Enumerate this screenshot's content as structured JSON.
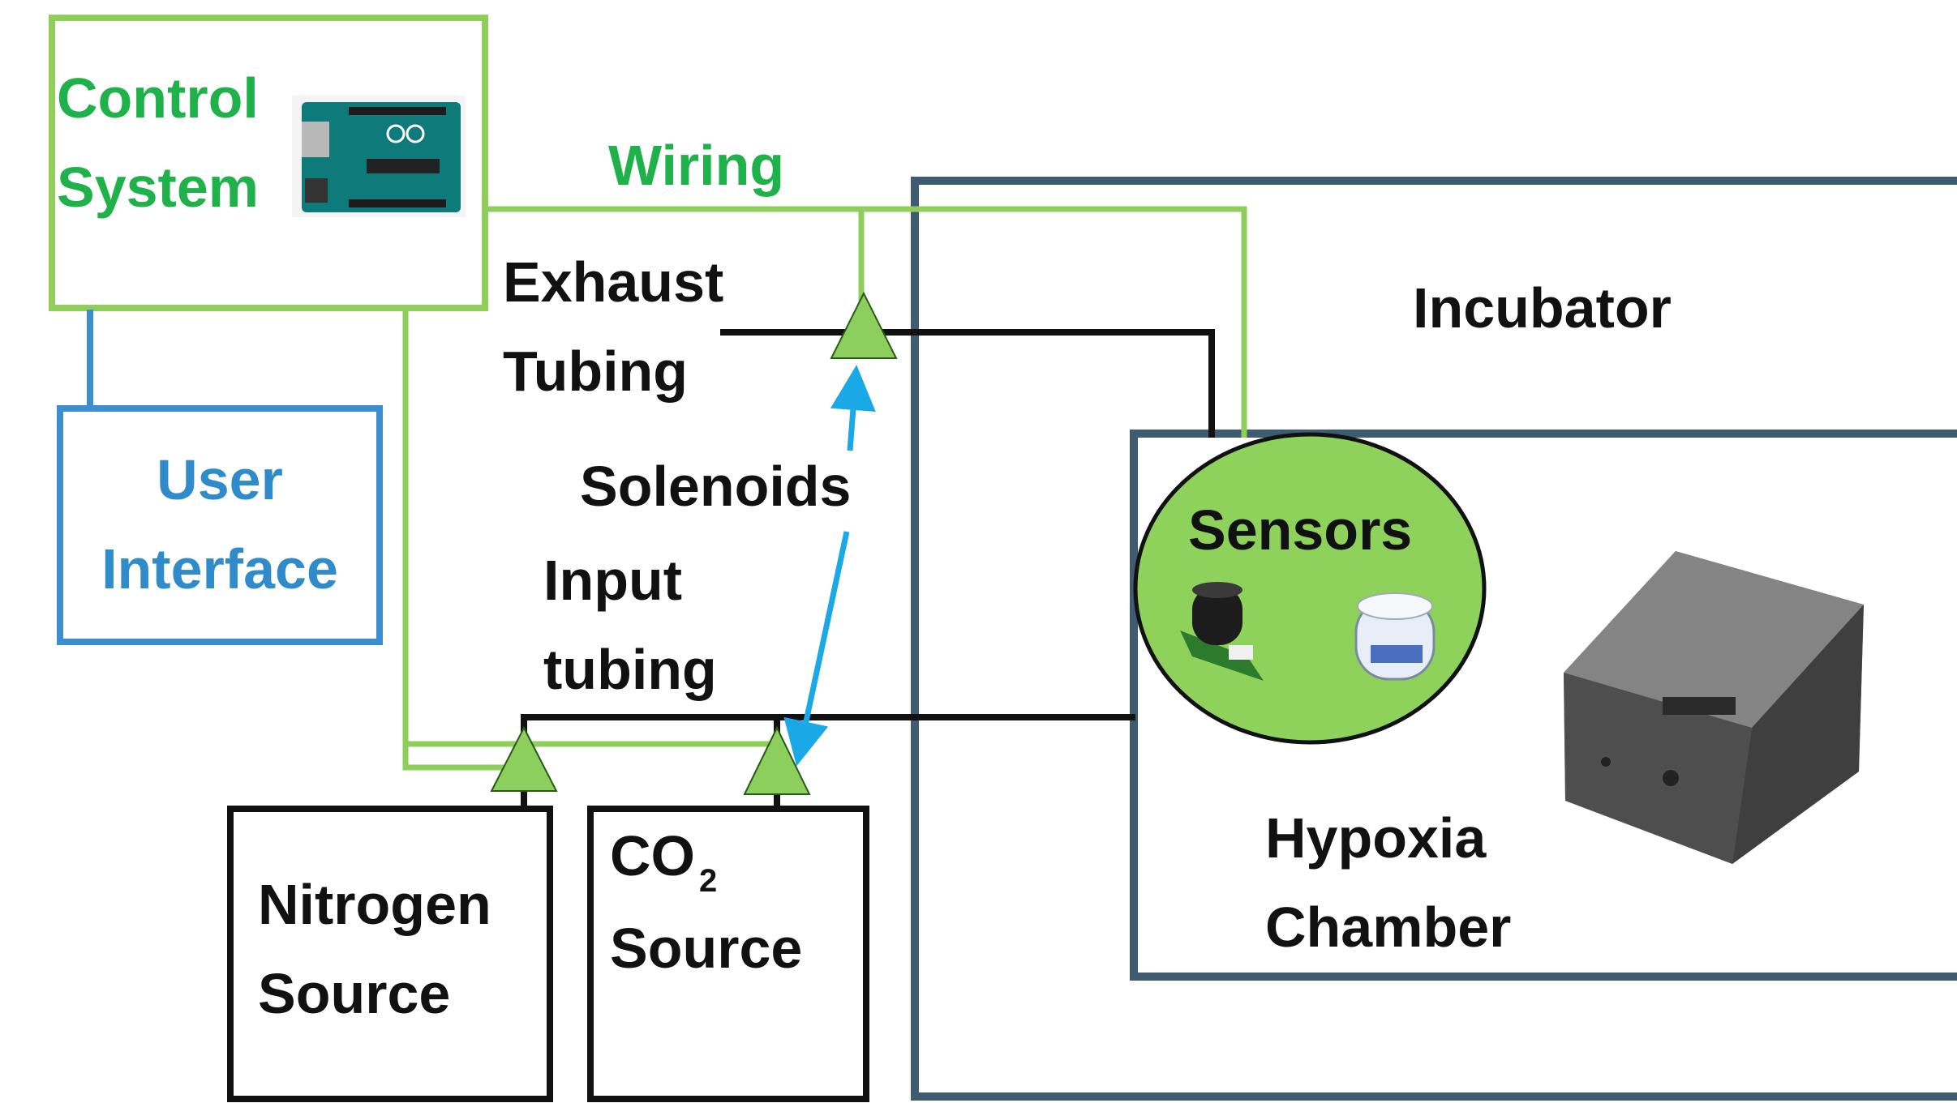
{
  "labels": {
    "control_line1": "Control",
    "control_line2": "System",
    "wiring": "Wiring",
    "exhaust_line1": "Exhaust",
    "exhaust_line2": "Tubing",
    "incubator": "Incubator",
    "user_line1": "User",
    "user_line2": "Interface",
    "solenoids": "Solenoids",
    "sensors": "Sensors",
    "input_line1": "Input",
    "input_line2": "tubing",
    "nitrogen_line1": "Nitrogen",
    "nitrogen_line2": "Source",
    "co2_main": "CO",
    "co2_sub": "2",
    "co2_line2": "Source",
    "hypoxia_line1": "Hypoxia",
    "hypoxia_line2": "Chamber"
  },
  "colors": {
    "green_text": "#1fb14a",
    "green_line": "#8fce5a",
    "green_fill": "#8ccf5d",
    "blue_text": "#2f8bc9",
    "blue_line": "#3b8fd1",
    "cyan_arrow": "#1aa8e6",
    "navy": "#3e5b70",
    "black": "#111111",
    "sensor_fill": "#8ed25c"
  },
  "icons": {
    "arduino": "arduino-board-icon",
    "sensor_module": "gas-sensor-module-icon",
    "o2_sensor": "oxygen-sensor-icon",
    "chamber": "hypoxia-chamber-box-icon"
  }
}
